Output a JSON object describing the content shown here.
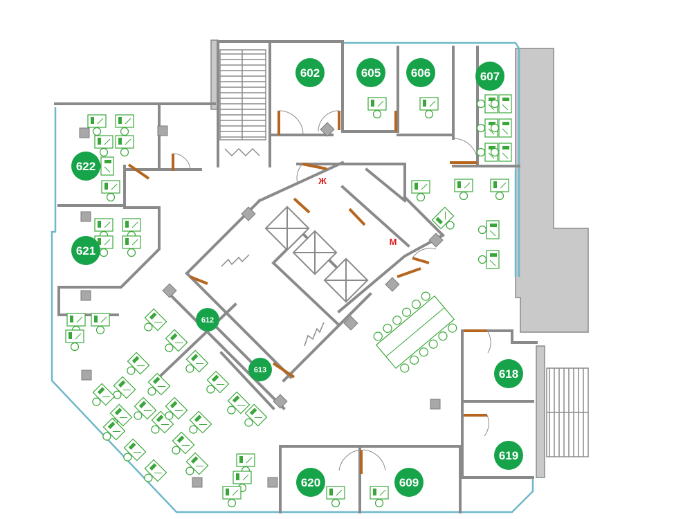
{
  "floor_plan": {
    "rooms": [
      {
        "id": "room-602",
        "label": "602"
      },
      {
        "id": "room-605",
        "label": "605"
      },
      {
        "id": "room-606",
        "label": "606"
      },
      {
        "id": "room-607",
        "label": "607"
      },
      {
        "id": "room-622",
        "label": "622"
      },
      {
        "id": "room-621",
        "label": "621"
      },
      {
        "id": "room-612",
        "label": "612"
      },
      {
        "id": "room-613",
        "label": "613"
      },
      {
        "id": "room-618",
        "label": "618"
      },
      {
        "id": "room-619",
        "label": "619"
      },
      {
        "id": "room-620",
        "label": "620"
      },
      {
        "id": "room-609",
        "label": "609"
      }
    ],
    "restroom_female": "Ж",
    "restroom_male": "М",
    "colors": {
      "badge": "#17a34a",
      "wall": "#8a8a8a",
      "window": "#6fb7c9",
      "door": "#b5651d",
      "furniture": "#3aa63a",
      "mark": "#e01b1b",
      "shaft": "#c8c8c8"
    }
  }
}
